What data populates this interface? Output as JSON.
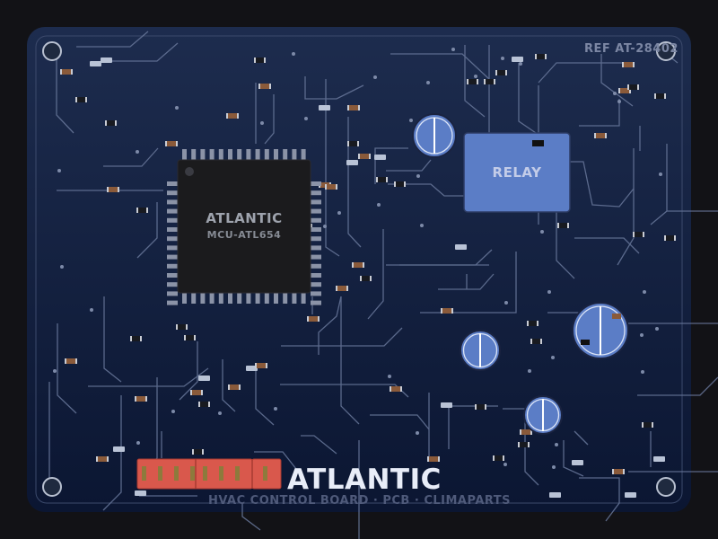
{
  "board": {
    "reference": "REF AT-28402",
    "brand": "ATLANTIC",
    "subtitle": "HVAC CONTROL BOARD · PCB · CLIMAPARTS"
  },
  "chip": {
    "brand": "ATLANTIC",
    "part_number": "MCU-ATL654"
  },
  "relay": {
    "label": "RELAY"
  },
  "colors": {
    "background": "#121216",
    "board_top": "#1d2c4e",
    "board_bottom": "#0c1733",
    "trace": "#6d7c9c",
    "chip": "#1b1b1d",
    "chip_pins": "#8b93a7",
    "relay": "#5b7dc6",
    "capacitor": "#5b7dc6",
    "terminal_block": "#d9584c",
    "resistor": "#8a5a3a"
  }
}
